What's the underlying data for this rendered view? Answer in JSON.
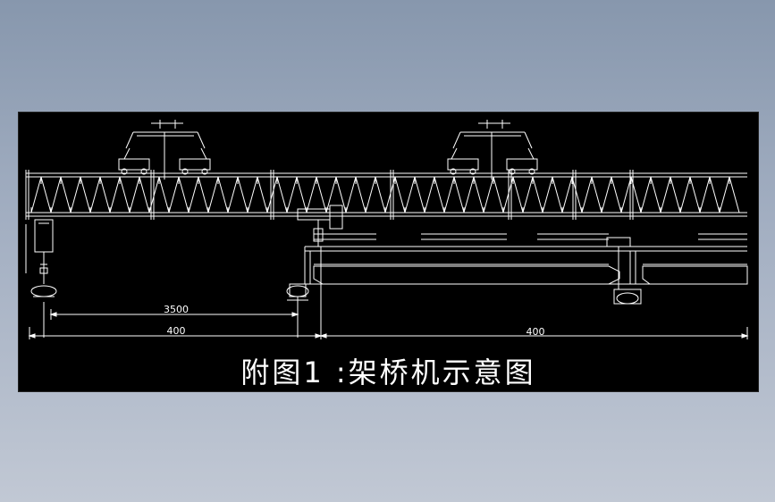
{
  "drawing": {
    "caption": "附图1 :架桥机示意图",
    "dimensions": {
      "inner_span": "3500",
      "left_span": "400",
      "right_span": "400"
    }
  },
  "colors": {
    "background_top": "#8797ad",
    "background_bottom": "#c1c8d4",
    "canvas": "#000000",
    "lines": "#ffffff"
  }
}
